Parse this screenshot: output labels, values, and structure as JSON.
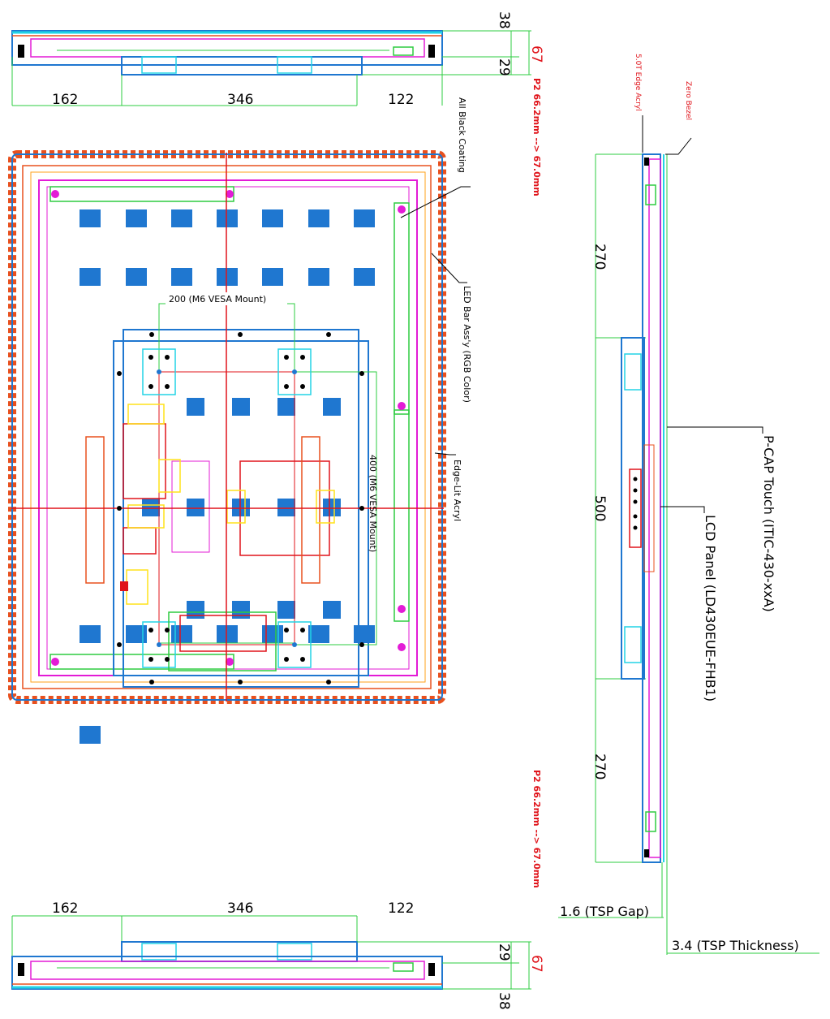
{
  "dims": {
    "top_162": "162",
    "top_346": "346",
    "top_122": "122",
    "bottom_162": "162",
    "bottom_346": "346",
    "bottom_122": "122",
    "top_38": "38",
    "top_29": "29",
    "top_67": "67",
    "bottom_38": "38",
    "bottom_29": "29",
    "bottom_67": "67",
    "side_270_top": "270",
    "side_500": "500",
    "side_270_bottom": "270",
    "tsp_gap": "1.6 (TSP Gap)",
    "tsp_thickness": "3.4 (TSP Thickness)"
  },
  "callouts": {
    "all_black_coating": "All Black Coating",
    "led_bar": "LED Bar Ass'y (RGB Color)",
    "edge_lit_acryl": "Edge-Lit Acryl",
    "vesa_200": "200 (M6 VESA Mount)",
    "vesa_400": "400 (M6 VESA Mount)",
    "pcap_touch": "P-CAP Touch  (ITIC-430-xxA)",
    "lcd_panel": "LCD Panel (LD430EUE-FHB1)",
    "edge_acryl_50t": "5.0T Edge Acryl",
    "zero_bezel": "Zero Bezel",
    "p2_top": "P2 66.2mm --> 67.0mm",
    "p2_bottom": "P2 66.2mm --> 67.0mm"
  },
  "colors": {
    "dimension": "#2ecc40",
    "chassis": "#1f77d0",
    "bezel": "#e8501e",
    "magenta": "#e31bd6",
    "cyan": "#22d3e6",
    "red": "#e0141b",
    "yellow": "#ffe21a"
  }
}
